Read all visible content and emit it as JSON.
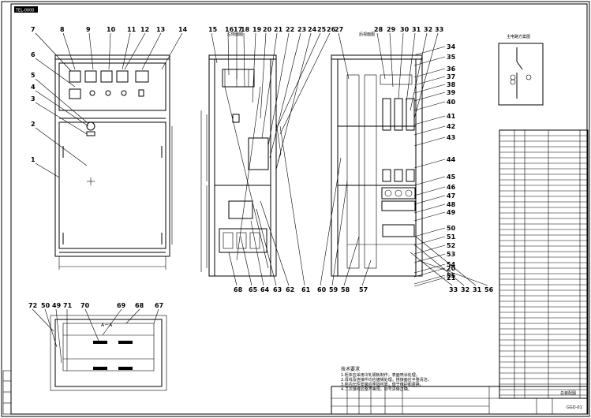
{
  "drawing_tag": "TEL-0000",
  "labels_front": [
    "1",
    "2",
    "3",
    "4",
    "5",
    "6",
    "7",
    "8",
    "9",
    "10",
    "11",
    "12",
    "13",
    "14"
  ],
  "labels_side_top": [
    "15",
    "16",
    "17",
    "18",
    "19",
    "20",
    "21",
    "22",
    "23",
    "24",
    "25",
    "26"
  ],
  "labels_rear_top": [
    "27",
    "28",
    "29",
    "30",
    "31",
    "32",
    "33"
  ],
  "labels_right": [
    "34",
    "35",
    "36",
    "37",
    "38",
    "39",
    "40",
    "41",
    "42",
    "43",
    "44",
    "45",
    "46",
    "47",
    "48",
    "49",
    "50",
    "51",
    "52",
    "53",
    "54",
    "55",
    "20",
    "21"
  ],
  "labels_side_bottom": [
    "68",
    "65",
    "64",
    "63",
    "62",
    "61"
  ],
  "labels_rear_bottom": [
    "60",
    "59",
    "58",
    "57",
    "33",
    "32",
    "31",
    "56"
  ],
  "labels_section": [
    "72",
    "50",
    "49",
    "71",
    "70",
    "69",
    "68",
    "67"
  ],
  "section_label": "A－A",
  "view_title_side": "左侧面图",
  "view_title_rear": "后视面图",
  "scheme_title": "主电路方案图",
  "notes_title": "技术要求",
  "notes": [
    "1.柜体应采用冷轧钢板制作，表面喷涂处理。",
    "2.母线及连接件均应镀锡处理，搭接面应平整清洁。",
    "3.柜内元件安装应牢固可靠，便于维护和更换。",
    "4.二次接线应整齐美观，标号清晰正确。"
  ],
  "title_block": {
    "drawing_name": "总装配图",
    "drawing_no": "GGD-01"
  }
}
